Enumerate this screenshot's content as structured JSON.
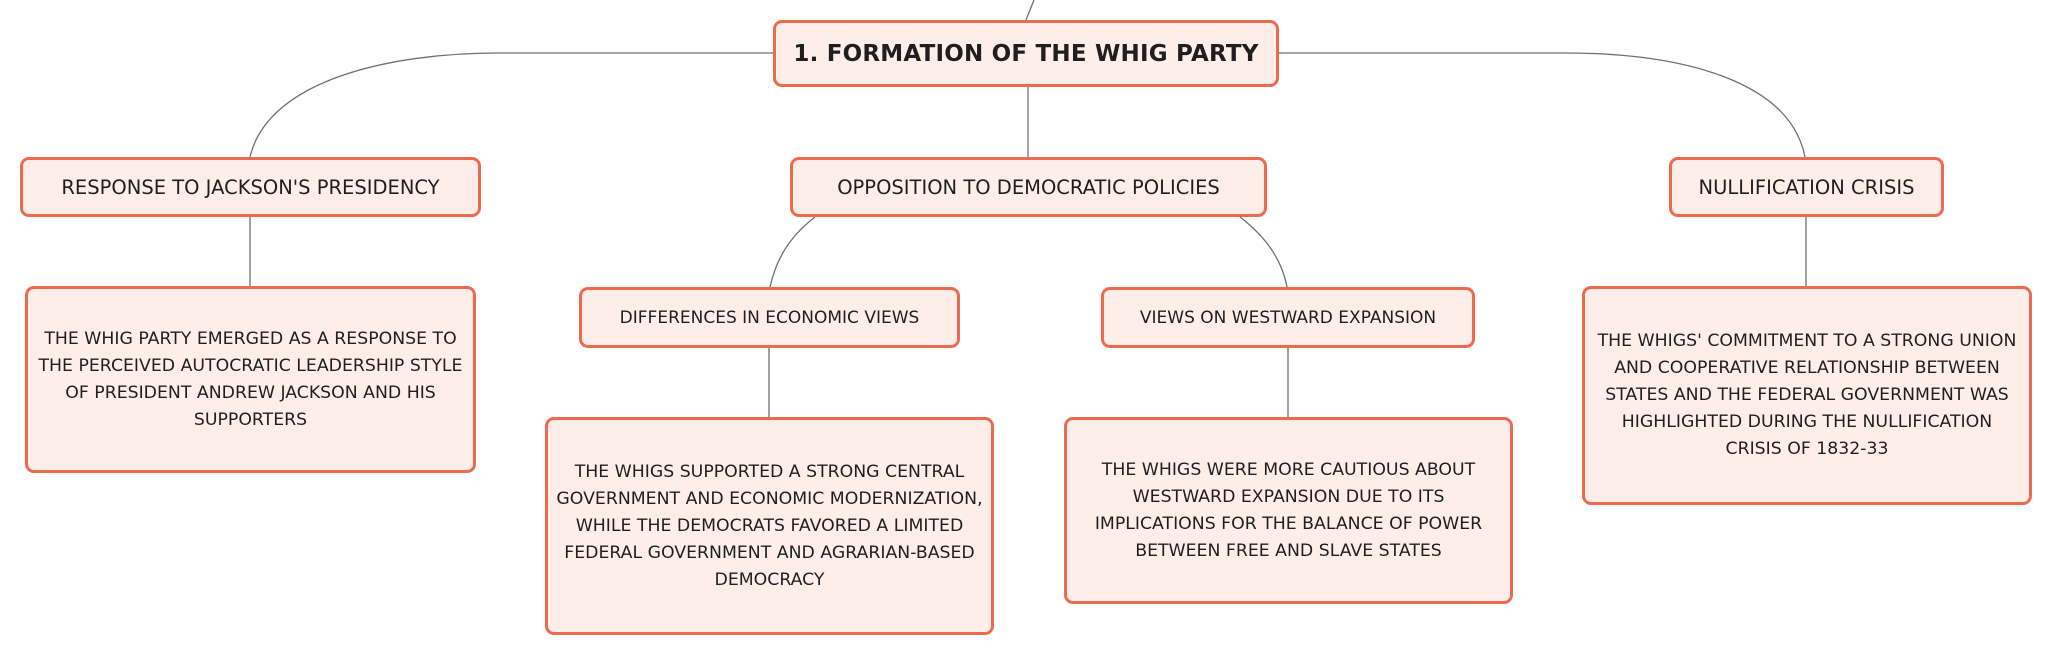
{
  "diagram": {
    "colors": {
      "node_border": "#ee6a4f",
      "node_fill": "#fdeeea",
      "connector": "#6f6f6f",
      "text": "#1f1f1f"
    },
    "root": {
      "label": "1. FORMATION OF THE WHIG PARTY"
    },
    "branches": {
      "response": {
        "label": "RESPONSE TO JACKSON'S PRESIDENCY",
        "detail": "THE WHIG PARTY EMERGED AS A RESPONSE TO THE PERCEIVED AUTOCRATIC LEADERSHIP STYLE OF PRESIDENT ANDREW JACKSON AND HIS SUPPORTERS"
      },
      "opposition": {
        "label": "OPPOSITION TO DEMOCRATIC POLICIES",
        "economic": {
          "label": "DIFFERENCES IN ECONOMIC VIEWS",
          "detail": "THE WHIGS SUPPORTED A STRONG CENTRAL GOVERNMENT AND ECONOMIC MODERNIZATION, WHILE THE DEMOCRATS FAVORED A LIMITED FEDERAL GOVERNMENT AND AGRARIAN-BASED DEMOCRACY"
        },
        "westward": {
          "label": "VIEWS ON WESTWARD EXPANSION",
          "detail": "THE WHIGS WERE MORE CAUTIOUS ABOUT WESTWARD EXPANSION DUE TO ITS IMPLICATIONS FOR THE BALANCE OF POWER BETWEEN FREE AND SLAVE STATES"
        }
      },
      "nullification": {
        "label": "NULLIFICATION CRISIS",
        "detail": "THE WHIGS' COMMITMENT TO A STRONG UNION AND COOPERATIVE RELATIONSHIP BETWEEN STATES AND THE FEDERAL GOVERNMENT WAS HIGHLIGHTED DURING THE NULLIFICATION CRISIS OF 1832-33"
      }
    }
  }
}
